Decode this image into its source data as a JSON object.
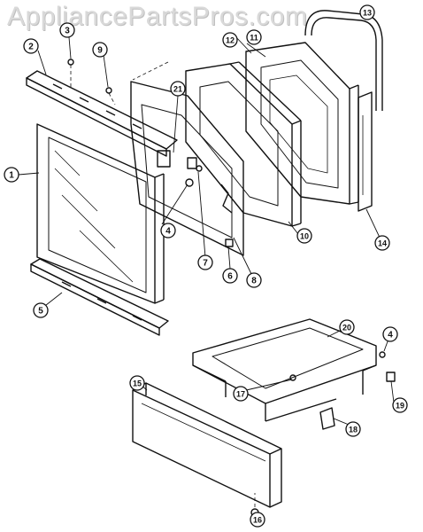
{
  "watermark": "AppliancePartsPros.com",
  "callouts": [
    {
      "id": "c1",
      "label": "1"
    },
    {
      "id": "c2",
      "label": "2"
    },
    {
      "id": "c3",
      "label": "3"
    },
    {
      "id": "c4a",
      "label": "4"
    },
    {
      "id": "c4b",
      "label": "4"
    },
    {
      "id": "c5",
      "label": "5"
    },
    {
      "id": "c6",
      "label": "6"
    },
    {
      "id": "c7",
      "label": "7"
    },
    {
      "id": "c8",
      "label": "8"
    },
    {
      "id": "c9",
      "label": "9"
    },
    {
      "id": "c10",
      "label": "10"
    },
    {
      "id": "c11",
      "label": "11"
    },
    {
      "id": "c12",
      "label": "12"
    },
    {
      "id": "c13",
      "label": "13"
    },
    {
      "id": "c14",
      "label": "14"
    },
    {
      "id": "c15",
      "label": "15"
    },
    {
      "id": "c16",
      "label": "16"
    },
    {
      "id": "c17",
      "label": "17"
    },
    {
      "id": "c18",
      "label": "18"
    },
    {
      "id": "c19",
      "label": "19"
    },
    {
      "id": "c20",
      "label": "20"
    },
    {
      "id": "c21",
      "label": "21"
    }
  ]
}
